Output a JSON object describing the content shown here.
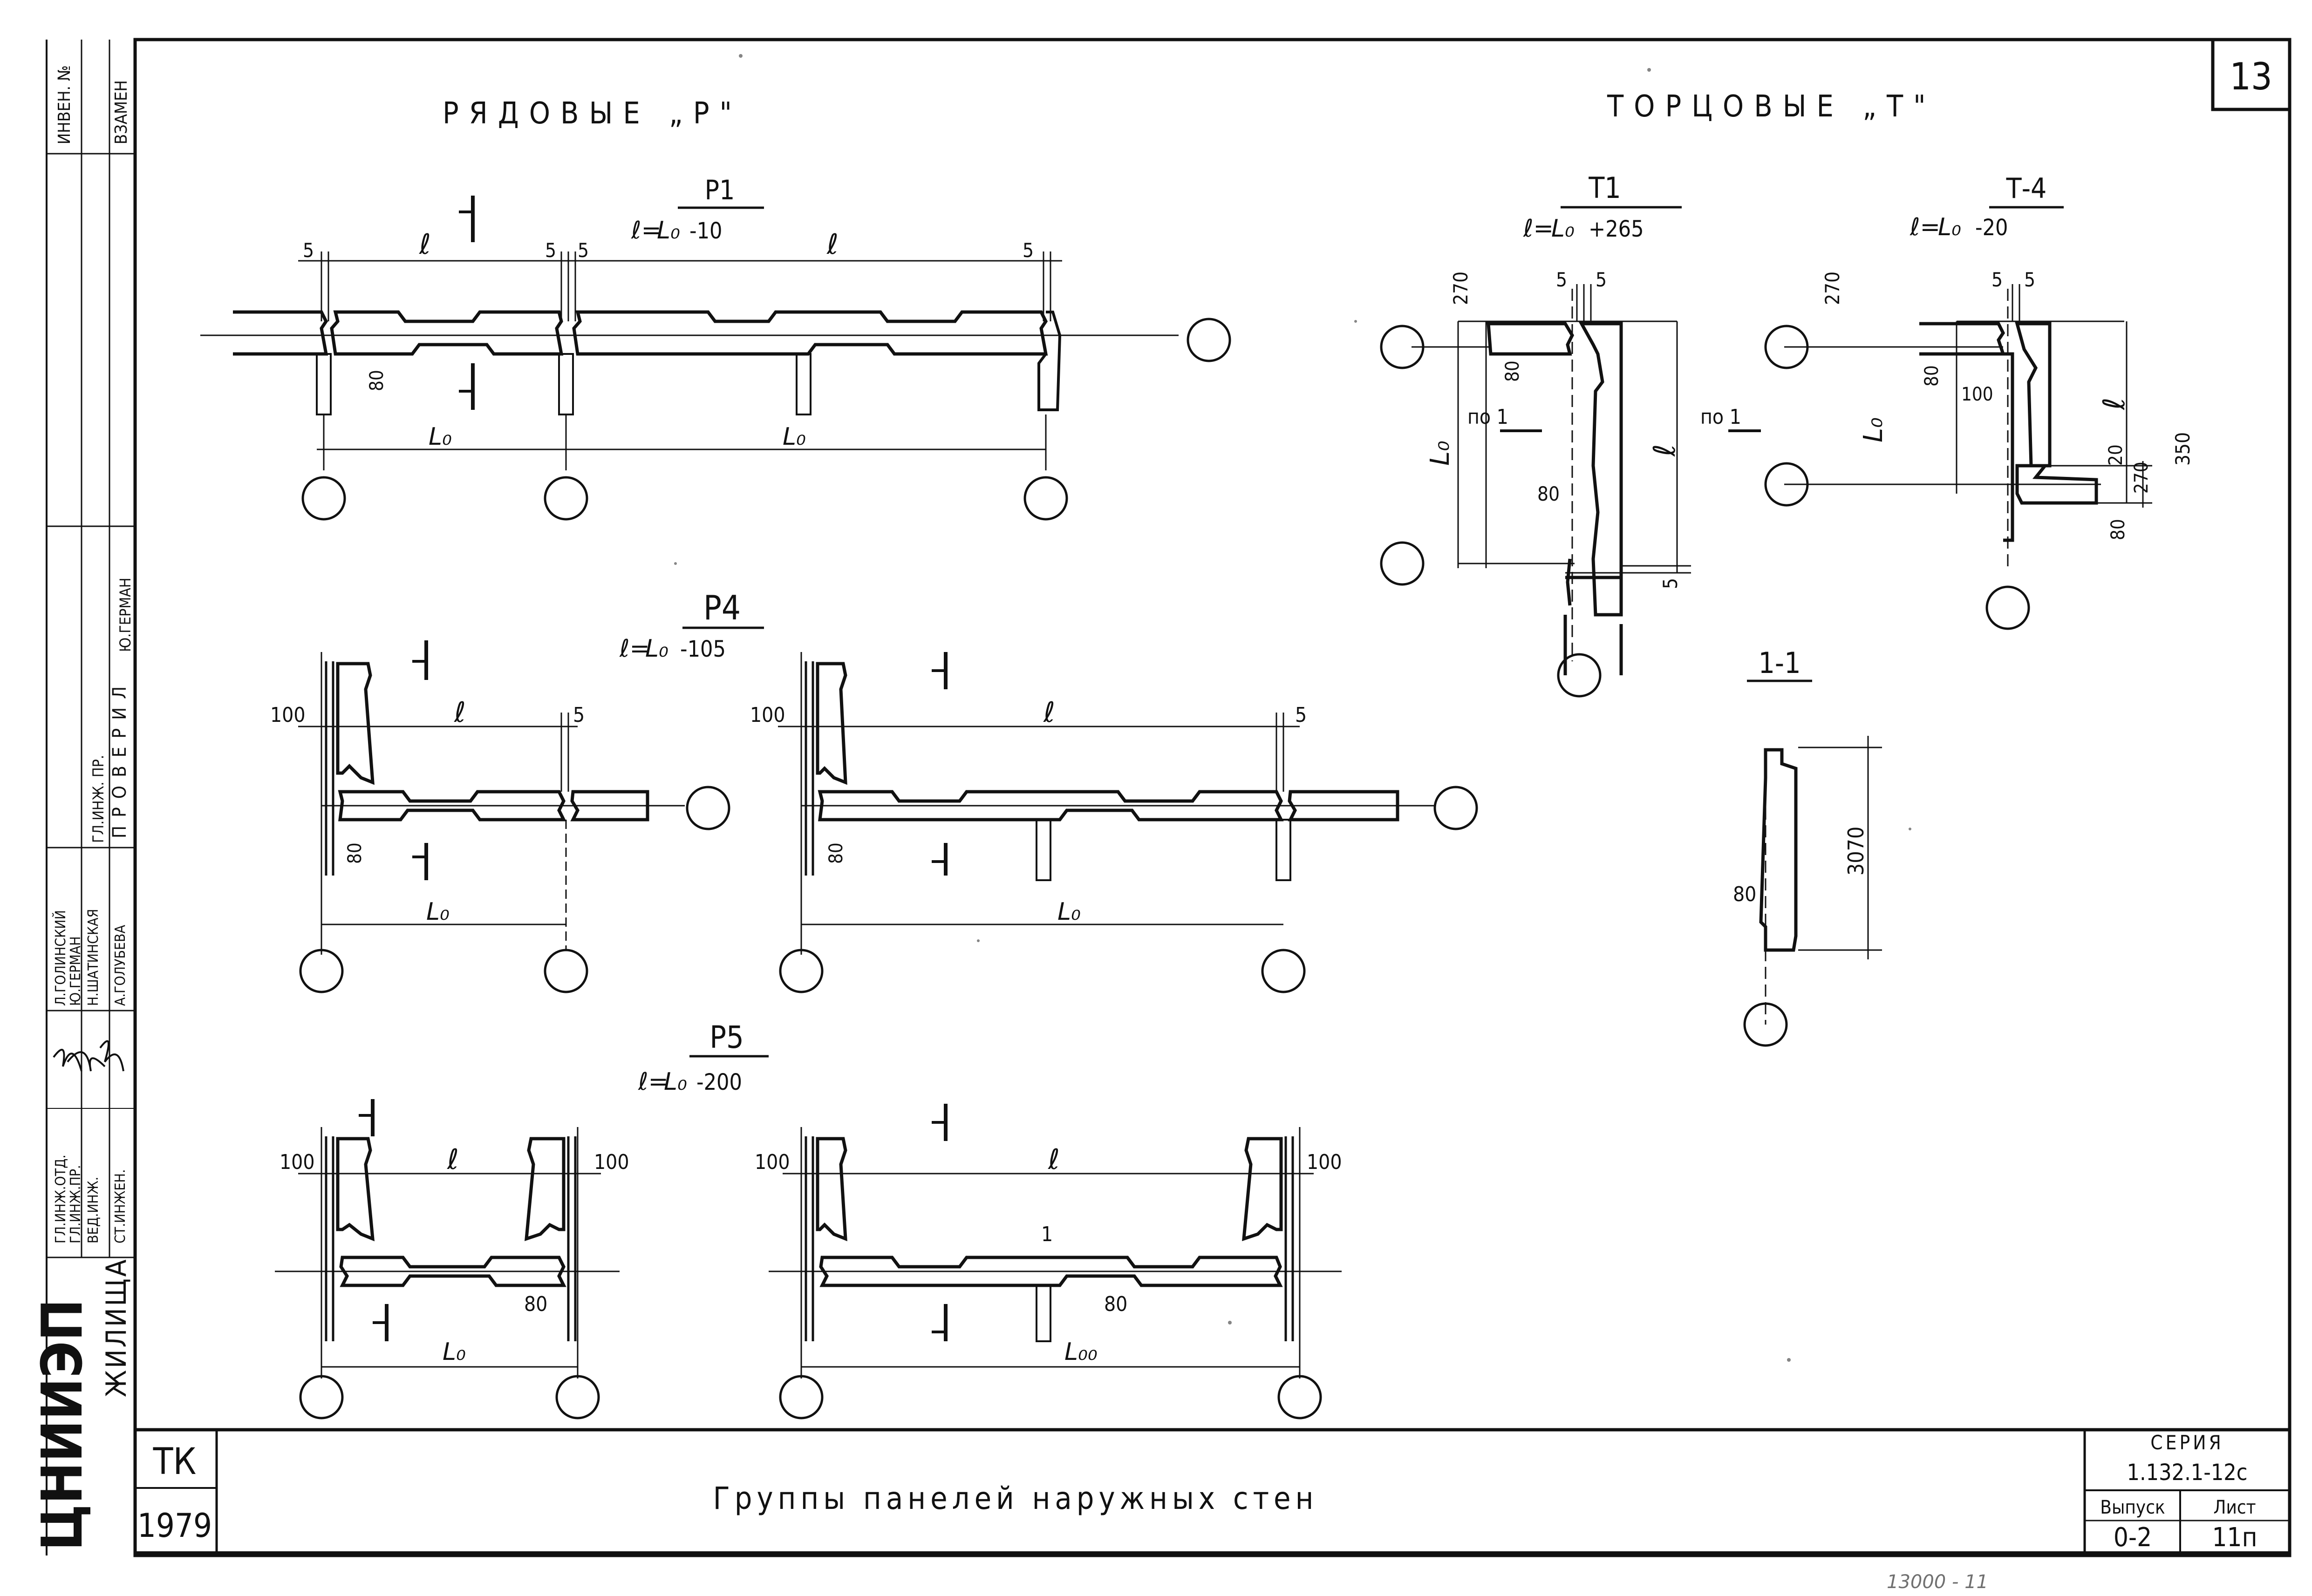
{
  "sheet": {
    "page_number": "13",
    "main_title": "Группы панелей наружных стен",
    "stamp": {
      "series_label": "СЕРИЯ",
      "series_value": "1.132.1-12с",
      "issue_label": "Выпуск",
      "issue_value": "0-2",
      "sheet_label": "Лист",
      "sheet_value": "11п",
      "tk": "ТК",
      "year": "1979"
    },
    "bottom_scrawl": "13000 - 11",
    "left_strip": {
      "inv_no": "ИНВЕН. №",
      "replace": "ВЗАМЕН",
      "org": "ЦНИИЭП",
      "org_suffix": "ЖИЛИЩА",
      "roles": [
        "ГЛ.ИНЖ.ОТД.",
        "ГЛ.ИНЖ.ПР.",
        "ВЕД.ИНЖ.",
        "СТ.ИНЖЕН."
      ],
      "names": [
        "Ю.ГЕРМАН",
        "Н.ШАТИНСКАЯ",
        "А.ГОЛУБЕВА",
        "Л.ГОЛИНСКИЙ"
      ],
      "check_title": "ПРОВЕРИЛ",
      "check_role": "ГЛ.ИНЖ. ПР.",
      "check_name": "Ю.ГЕРМАН"
    }
  },
  "sections": {
    "row": "РЯДОВЫЕ „Р\"",
    "end": "ТОРЦОВЫЕ „Т\""
  },
  "panels": {
    "p1": {
      "name": "Р1",
      "formula_l": "ℓ=",
      "formula_a": "L₀",
      "formula_b": "-10"
    },
    "p4": {
      "name": "Р4",
      "formula_l": "ℓ=",
      "formula_a": "L₀",
      "formula_b": "-105"
    },
    "p5": {
      "name": "Р5",
      "formula_l": "ℓ=",
      "formula_a": "L₀",
      "formula_b": "-200"
    },
    "t1": {
      "name": "Т1",
      "formula_l": "ℓ=",
      "formula_a": "L₀",
      "formula_b": "+265"
    },
    "t4": {
      "name": "Т-4",
      "formula_l": "ℓ=",
      "formula_a": "L₀",
      "formula_b": "-20"
    },
    "section": {
      "name": "1-1",
      "height": "3070",
      "thick": "80"
    }
  },
  "dims": {
    "l": "ℓ",
    "lo": "L₀",
    "lo_alt": "L₀₀",
    "five": "5",
    "eighty": "80",
    "hundred": "100",
    "d270": "270",
    "d350": "350",
    "d20": "20",
    "cut": "1",
    "po1": "по 1"
  },
  "colors": {
    "ink": "#111111",
    "paper": "#ffffff"
  }
}
